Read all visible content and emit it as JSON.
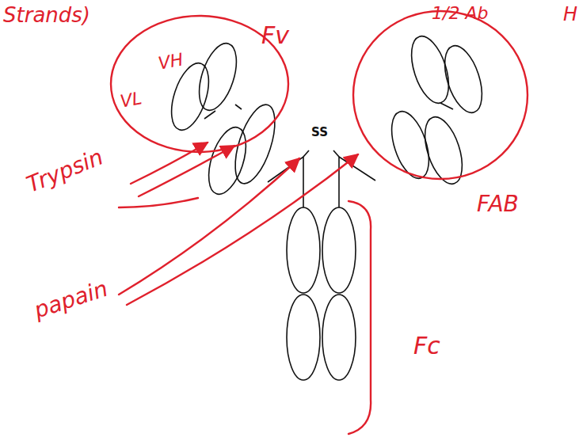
{
  "diagram": {
    "nodes": [
      {
        "text": [
          "Fv"
        ]
      },
      {
        "text": [
          "FAB"
        ]
      }
    ],
    "labels": [
      "Strands)",
      "1/2 Ab",
      "H",
      "VL",
      "VH",
      "Trypsin",
      "SS",
      "papain",
      "Fc"
    ]
  }
}
